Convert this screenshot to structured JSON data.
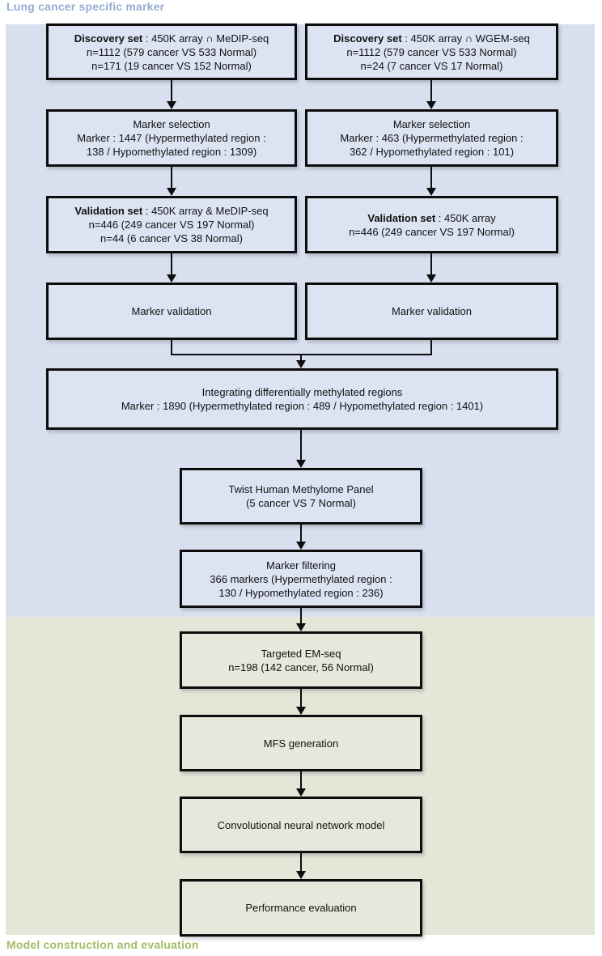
{
  "section_labels": {
    "top": "Lung cancer specific marker",
    "bottom": "Model construction and evaluation"
  },
  "colors": {
    "blue_panel_bg": "#d8e0f0",
    "green_panel_bg": "#e4e6d8",
    "blue_box_fill": "#dce4f3",
    "green_box_fill": "#e6e8db",
    "box_border": "#0d0d0d",
    "top_label_color": "#93add2",
    "bottom_label_color": "#a3bd68"
  },
  "nodes": {
    "disc_left": {
      "l1_bold": "Discovery set",
      "l1_rest": " : 450K array ∩ MeDIP-seq",
      "l2": "n=1112 (579 cancer VS 533 Normal)",
      "l3": "n=171 (19 cancer VS 152 Normal)"
    },
    "disc_right": {
      "l1_bold": "Discovery set",
      "l1_rest": " : 450K array ∩ WGEM-seq",
      "l2": "n=1112 (579 cancer VS 533 Normal)",
      "l3": "n=24 (7 cancer VS 17 Normal)"
    },
    "sel_left": {
      "l1": "Marker selection",
      "l2": "Marker : 1447 (Hypermethylated region :",
      "l3": "138 / Hypomethylated region : 1309)"
    },
    "sel_right": {
      "l1": "Marker selection",
      "l2": "Marker : 463 (Hypermethylated region :",
      "l3": "362 / Hypomethylated region : 101)"
    },
    "val_left": {
      "l1_bold": "Validation set",
      "l1_rest": " : 450K array & MeDIP-seq",
      "l2": "n=446 (249 cancer VS 197 Normal)",
      "l3": "n=44 (6 cancer VS 38 Normal)"
    },
    "val_right": {
      "l1_bold": "Validation set",
      "l1_rest": " : 450K array",
      "l2": "n=446 (249 cancer VS 197 Normal)"
    },
    "mv_left": {
      "l1": "Marker validation"
    },
    "mv_right": {
      "l1": "Marker validation"
    },
    "integrate": {
      "l1": "Integrating differentially methylated regions",
      "l2": "Marker : 1890 (Hypermethylated region : 489 / Hypomethylated region : 1401)"
    },
    "twist": {
      "l1": "Twist Human Methylome Panel",
      "l2": "(5 cancer VS 7 Normal)"
    },
    "filter": {
      "l1": "Marker filtering",
      "l2": "366 markers (Hypermethylated region :",
      "l3": "130 / Hypomethylated region : 236)"
    },
    "emseq": {
      "l1": "Targeted EM-seq",
      "l2": "n=198 (142 cancer, 56 Normal)"
    },
    "mfs": {
      "l1": "MFS generation"
    },
    "cnn": {
      "l1": "Convolutional neural network model"
    },
    "perf": {
      "l1": "Performance evaluation"
    }
  }
}
